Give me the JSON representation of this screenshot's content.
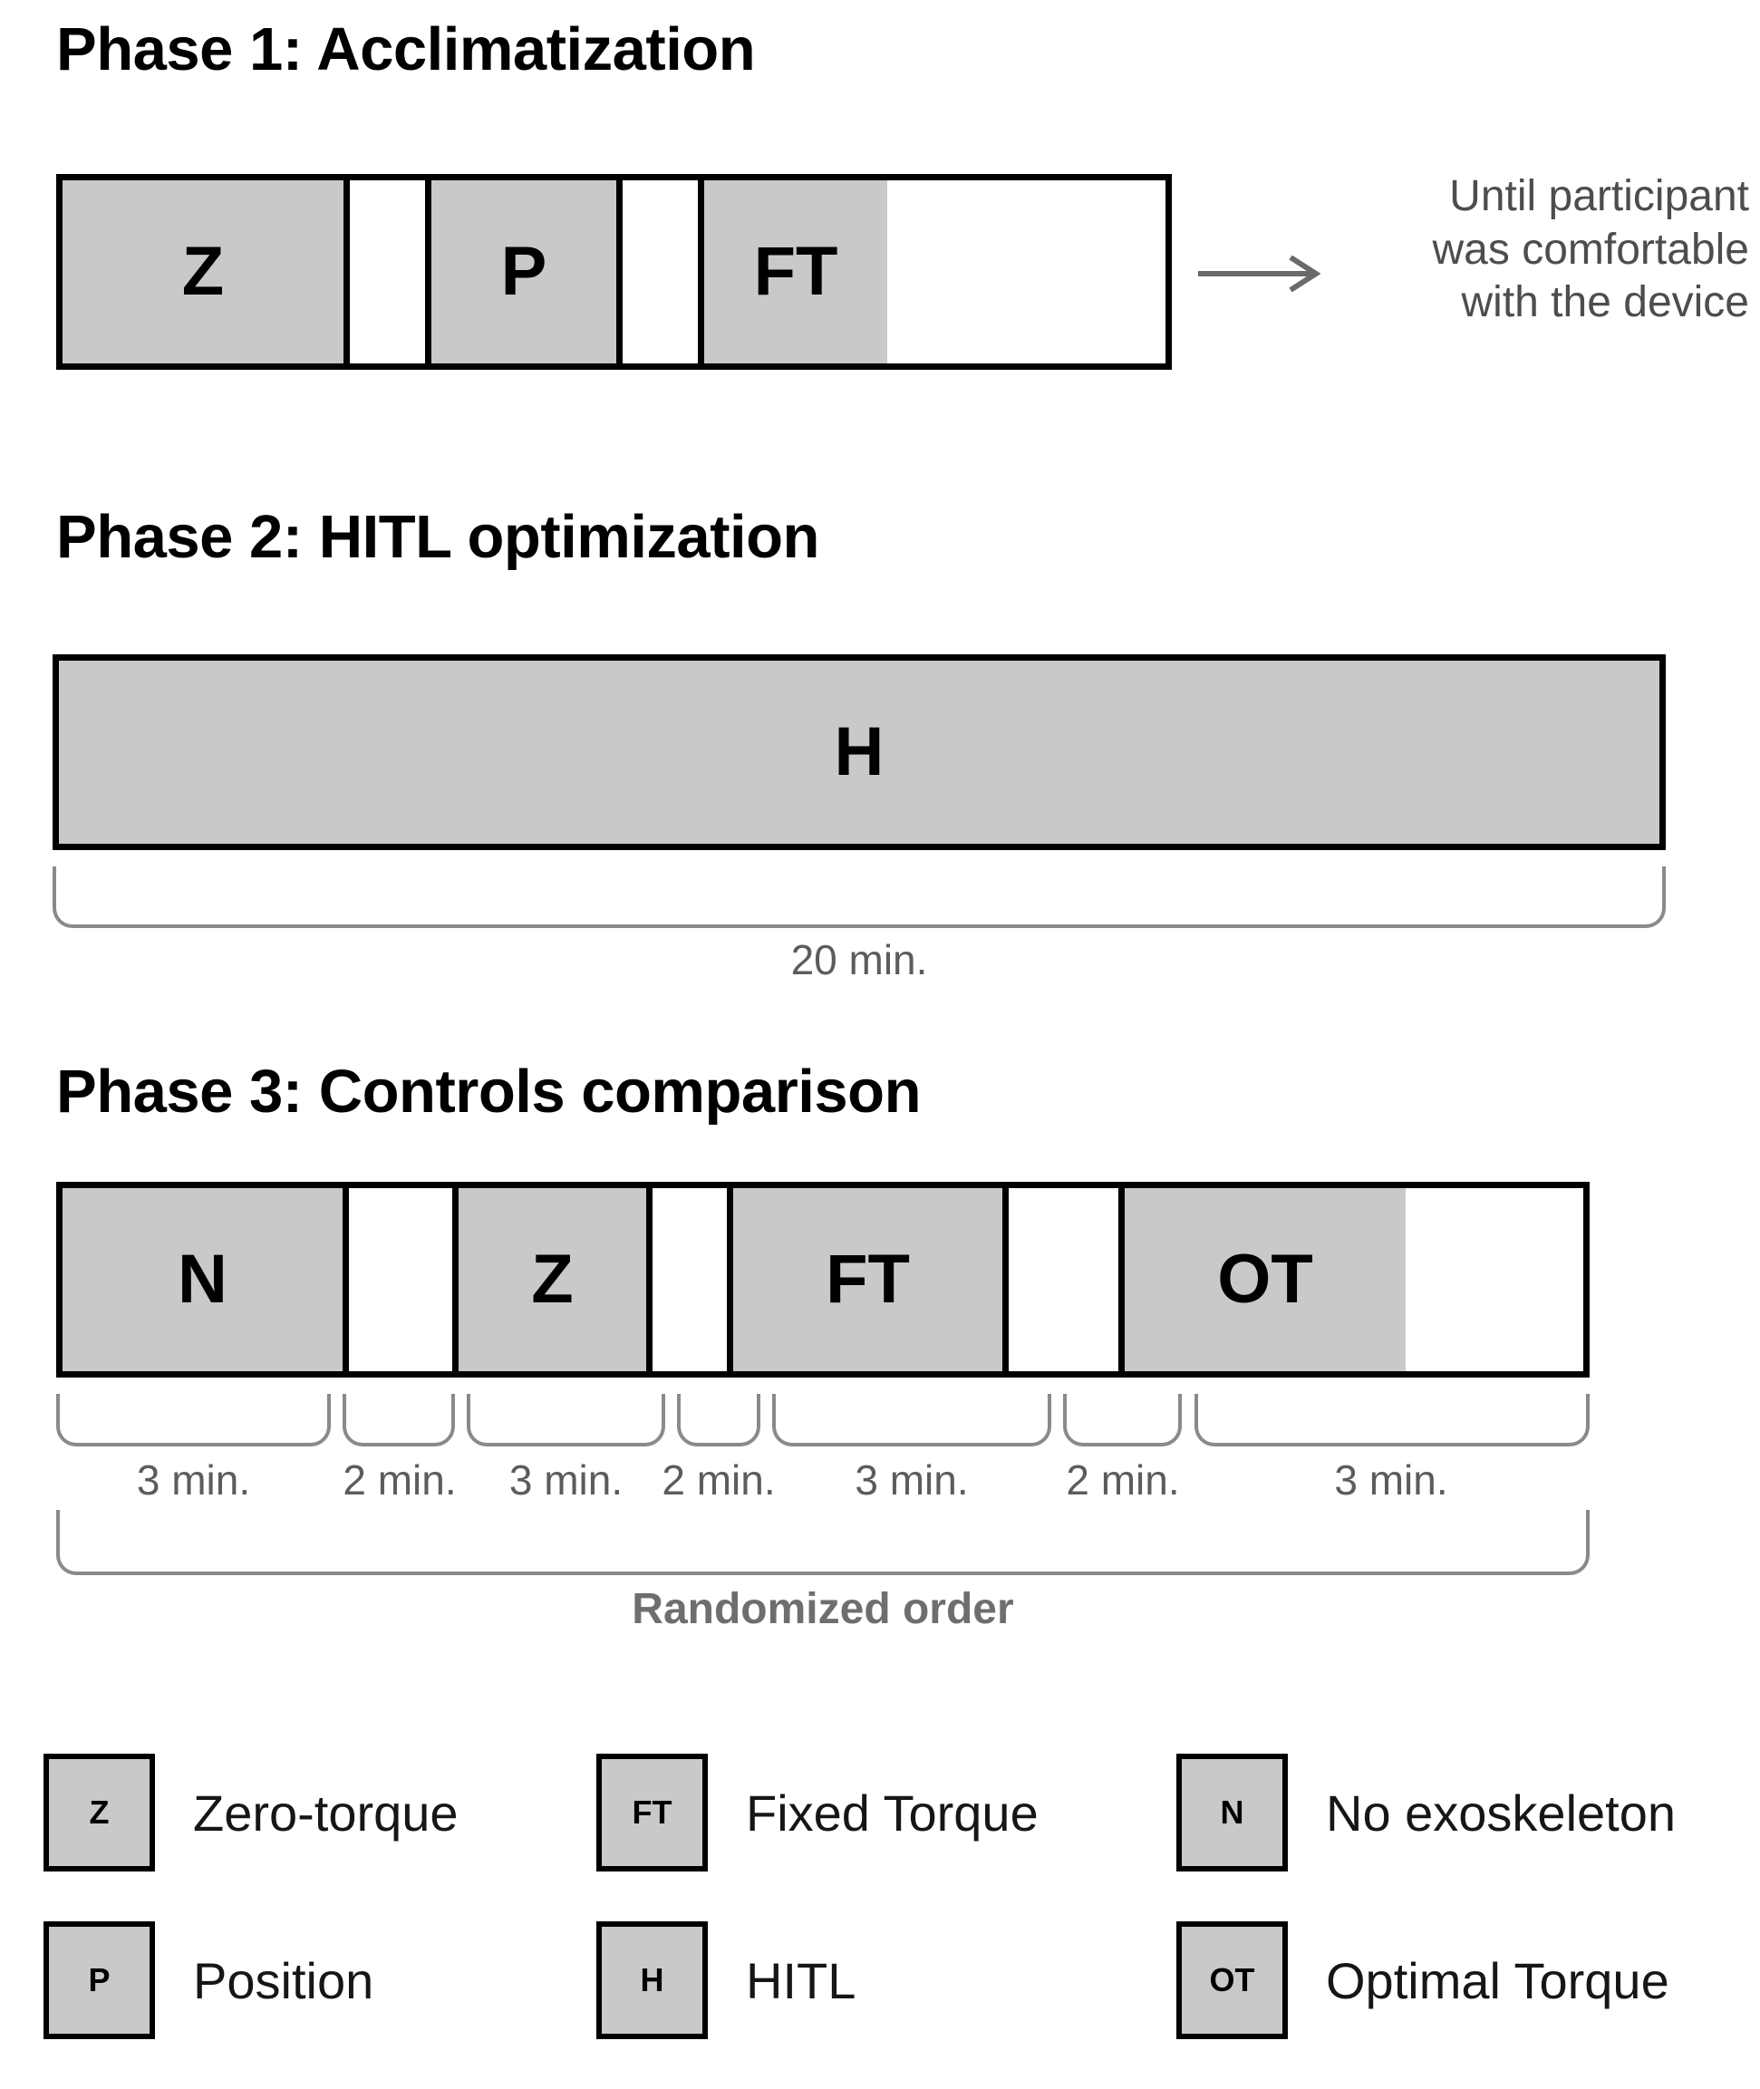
{
  "phases": [
    {
      "title": "Phase 1: Acclimatization",
      "segments": [
        {
          "label": "Z",
          "filled": true
        },
        {
          "label": "",
          "filled": false
        },
        {
          "label": "P",
          "filled": true
        },
        {
          "label": "",
          "filled": false
        },
        {
          "label": "FT",
          "filled": true
        }
      ],
      "note_lines": [
        "Until participant",
        "was comfortable",
        "with the device"
      ],
      "arrow_icon": "right-arrow-icon"
    },
    {
      "title": "Phase 2: HITL optimization",
      "segments": [
        {
          "label": "H",
          "filled": true
        }
      ],
      "duration_label": "20 min."
    },
    {
      "title": "Phase 3: Controls comparison",
      "segments": [
        {
          "label": "N",
          "filled": true
        },
        {
          "label": "",
          "filled": false
        },
        {
          "label": "Z",
          "filled": true
        },
        {
          "label": "",
          "filled": false
        },
        {
          "label": "FT",
          "filled": true
        },
        {
          "label": "",
          "filled": false
        },
        {
          "label": "OT",
          "filled": true
        }
      ],
      "segment_durations": [
        "3 min.",
        "2 min.",
        "3 min.",
        "2 min.",
        "3 min.",
        "2 min.",
        "3 min."
      ],
      "order_label": "Randomized order"
    }
  ],
  "legend": [
    {
      "code": "Z",
      "label": "Zero-torque"
    },
    {
      "code": "FT",
      "label": "Fixed Torque"
    },
    {
      "code": "N",
      "label": "No exoskeleton"
    },
    {
      "code": "P",
      "label": "Position"
    },
    {
      "code": "H",
      "label": "HITL"
    },
    {
      "code": "OT",
      "label": "Optimal Torque"
    }
  ],
  "colors": {
    "segment_fill": "#c9c9c9",
    "outline": "#000000",
    "brace": "#8a8a8a",
    "muted_text": "#5c5c5c",
    "order_text": "#6e6e6e",
    "background": "#ffffff"
  }
}
